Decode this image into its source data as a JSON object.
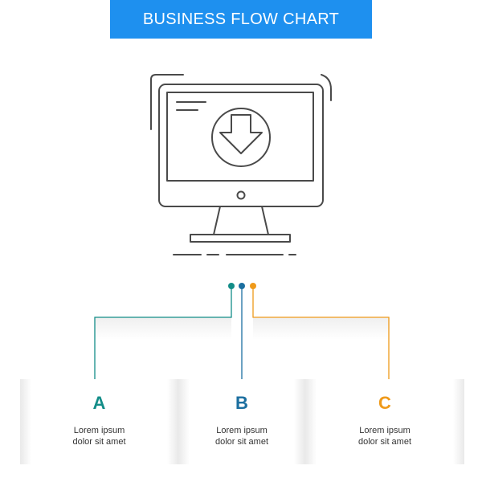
{
  "title": "BUSINESS FLOW CHART",
  "colors": {
    "banner": "#1e90ef",
    "a": "#138d88",
    "b": "#1c6fa0",
    "c": "#ef9a1a",
    "icon_stroke": "#4a4a4a"
  },
  "icon": "download-monitor-icon",
  "steps": [
    {
      "letter": "A",
      "line1": "Lorem ipsum",
      "line2": "dolor sit amet"
    },
    {
      "letter": "B",
      "line1": "Lorem ipsum",
      "line2": "dolor sit amet"
    },
    {
      "letter": "C",
      "line1": "Lorem ipsum",
      "line2": "dolor sit amet"
    }
  ]
}
